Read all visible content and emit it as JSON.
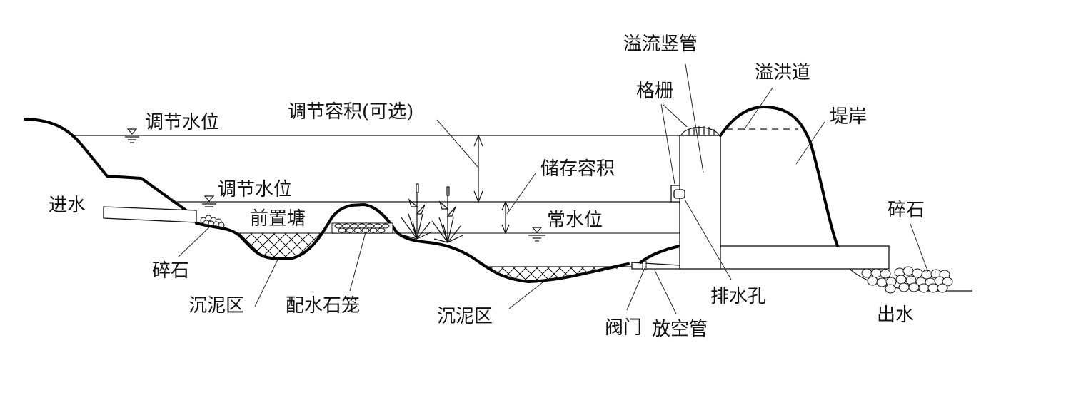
{
  "diagram": {
    "type": "cross-section",
    "subject": "stormwater wet pond / retention pond section",
    "labels": {
      "inflow": "进水",
      "regulating_level_top": "调节水位",
      "regulating_level_mid": "调节水位",
      "regulating_volume": "调节容积(可选)",
      "storage_volume": "储存容积",
      "normal_level": "常水位",
      "forebay": "前置塘",
      "gravel_inlet": "碎石",
      "sediment_zone_1": "沉泥区",
      "distribution_gabion": "配水石笼",
      "sediment_zone_2": "沉泥区",
      "valve": "阀门",
      "drain_pipe": "放空管",
      "overflow_riser": "溢流竖管",
      "trash_rack": "格栅",
      "spillway": "溢洪道",
      "embankment": "堤岸",
      "orifice": "排水孔",
      "gravel_outlet": "碎石",
      "outflow": "出水"
    },
    "symbols": {
      "water_level_marker": "inverted-triangle-icon"
    }
  }
}
